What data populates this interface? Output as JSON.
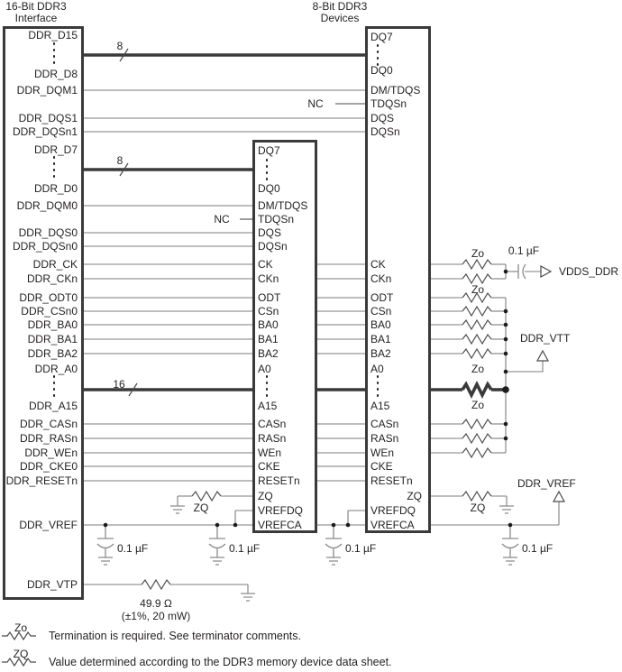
{
  "left_box": {
    "title": [
      "16-Bit DDR3",
      "Interface"
    ],
    "pins": {
      "d15": "DDR_D15",
      "d8": "DDR_D8",
      "dqm1": "DDR_DQM1",
      "dqs1": "DDR_DQS1",
      "dqsn1": "DDR_DQSn1",
      "d7": "DDR_D7",
      "d0": "DDR_D0",
      "dqm0": "DDR_DQM0",
      "dqs0": "DDR_DQS0",
      "dqsn0": "DDR_DQSn0",
      "ck": "DDR_CK",
      "ckn": "DDR_CKn",
      "odt0": "DDR_ODT0",
      "csn0": "DDR_CSn0",
      "ba0": "DDR_BA0",
      "ba1": "DDR_BA1",
      "ba2": "DDR_BA2",
      "a0": "DDR_A0",
      "a15": "DDR_A15",
      "casn": "DDR_CASn",
      "rasn": "DDR_RASn",
      "wen": "DDR_WEn",
      "cke0": "DDR_CKE0",
      "resetn": "DDR_RESETn",
      "vref": "DDR_VREF",
      "vtp": "DDR_VTP"
    }
  },
  "device_box": {
    "title": [
      "8-Bit DDR3",
      "Devices"
    ],
    "pins": {
      "dq7": "DQ7",
      "dq0": "DQ0",
      "dm": "DM/TDQS",
      "tdqsn": "TDQSn",
      "dqs": "DQS",
      "dqsn": "DQSn",
      "ck": "CK",
      "ckn": "CKn",
      "odt": "ODT",
      "csn": "CSn",
      "ba0": "BA0",
      "ba1": "BA1",
      "ba2": "BA2",
      "a0": "A0",
      "a15": "A15",
      "casn": "CASn",
      "rasn": "RASn",
      "wen": "WEn",
      "cke": "CKE",
      "resetn": "RESETn",
      "zq": "ZQ",
      "vrefdq": "VREFDQ",
      "vrefca": "VREFCA"
    }
  },
  "labels": {
    "nc": "NC",
    "bus8": "8",
    "bus16": "16",
    "zo": "Zo",
    "zq": "ZQ",
    "cap": "0.1 µF",
    "vdds": "VDDS_DDR",
    "vtt": "DDR_VTT",
    "vref": "DDR_VREF",
    "r_value": "49.9 Ω",
    "r_tol": "(±1%, 20 mW)"
  },
  "legend": {
    "zo_symbol": "Zo",
    "zo_text": "Termination is required. See terminator comments.",
    "zq_symbol": "ZQ",
    "zq_text": "Value determined according to the DDR3 memory device data sheet."
  }
}
